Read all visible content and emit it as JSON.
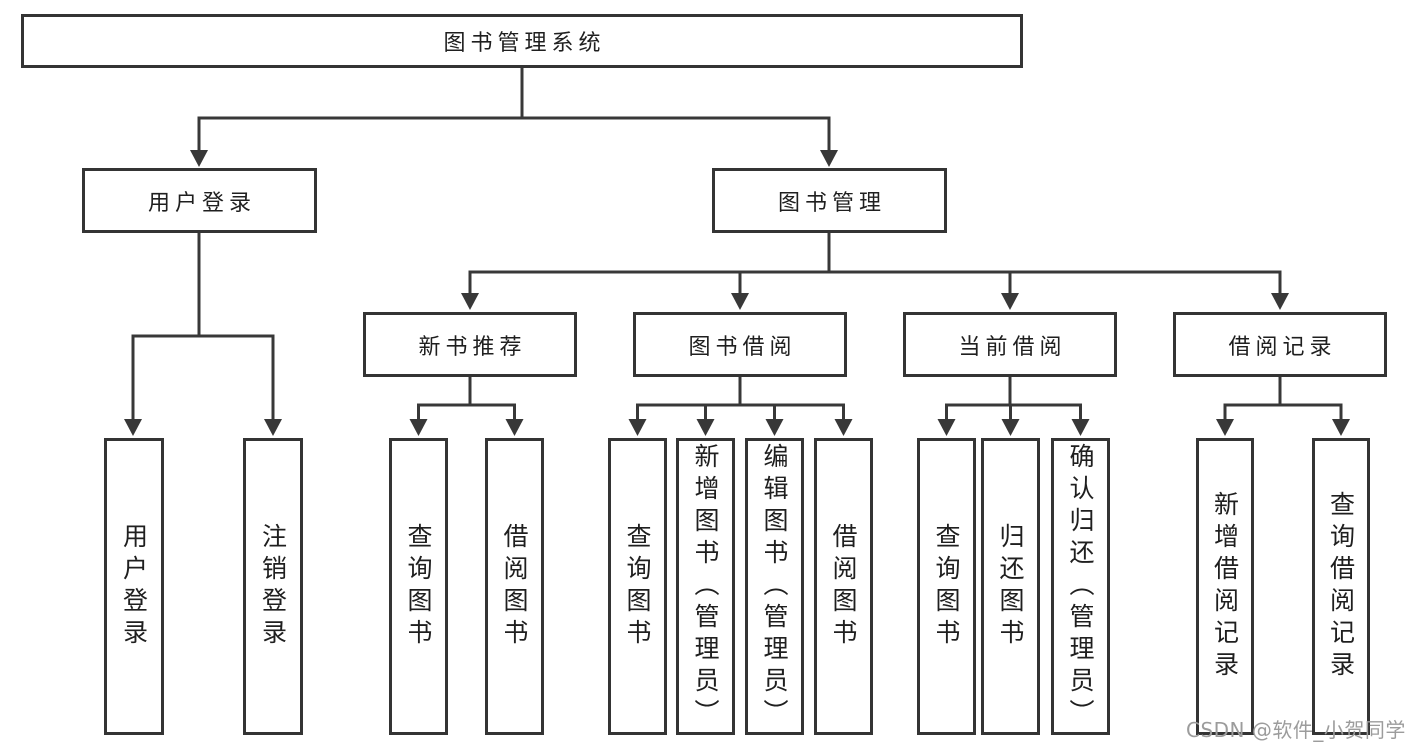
{
  "diagram": {
    "title": "图书管理系统",
    "watermark": "CSDN @软件_小贺同学",
    "colors": {
      "line": "#383838",
      "box_border": "#343434",
      "text": "#1f1f1f",
      "watermark": "#9c9c9c",
      "background": "#ffffff"
    }
  },
  "nodes": {
    "root": {
      "label": "图书管理系统"
    },
    "level2": [
      {
        "label": "用户登录"
      },
      {
        "label": "图书管理"
      }
    ],
    "level3": [
      {
        "label": "新书推荐",
        "parent": "图书管理"
      },
      {
        "label": "图书借阅",
        "parent": "图书管理"
      },
      {
        "label": "当前借阅",
        "parent": "图书管理"
      },
      {
        "label": "借阅记录",
        "parent": "图书管理"
      }
    ],
    "level4": [
      {
        "label": "用户登录",
        "parent": "用户登录"
      },
      {
        "label": "注销登录",
        "parent": "用户登录"
      },
      {
        "label": "查询图书",
        "parent": "新书推荐"
      },
      {
        "label": "借阅图书",
        "parent": "新书推荐"
      },
      {
        "label": "查询图书",
        "parent": "图书借阅"
      },
      {
        "label": "新增图书（管理员）",
        "parent": "图书借阅"
      },
      {
        "label": "编辑图书（管理员）",
        "parent": "图书借阅"
      },
      {
        "label": "借阅图书",
        "parent": "图书借阅"
      },
      {
        "label": "查询图书",
        "parent": "当前借阅"
      },
      {
        "label": "归还图书",
        "parent": "当前借阅"
      },
      {
        "label": "确认归还（管理员）",
        "parent": "当前借阅"
      },
      {
        "label": "新增借阅记录",
        "parent": "借阅记录"
      },
      {
        "label": "查询借阅记录",
        "parent": "借阅记录"
      }
    ]
  }
}
